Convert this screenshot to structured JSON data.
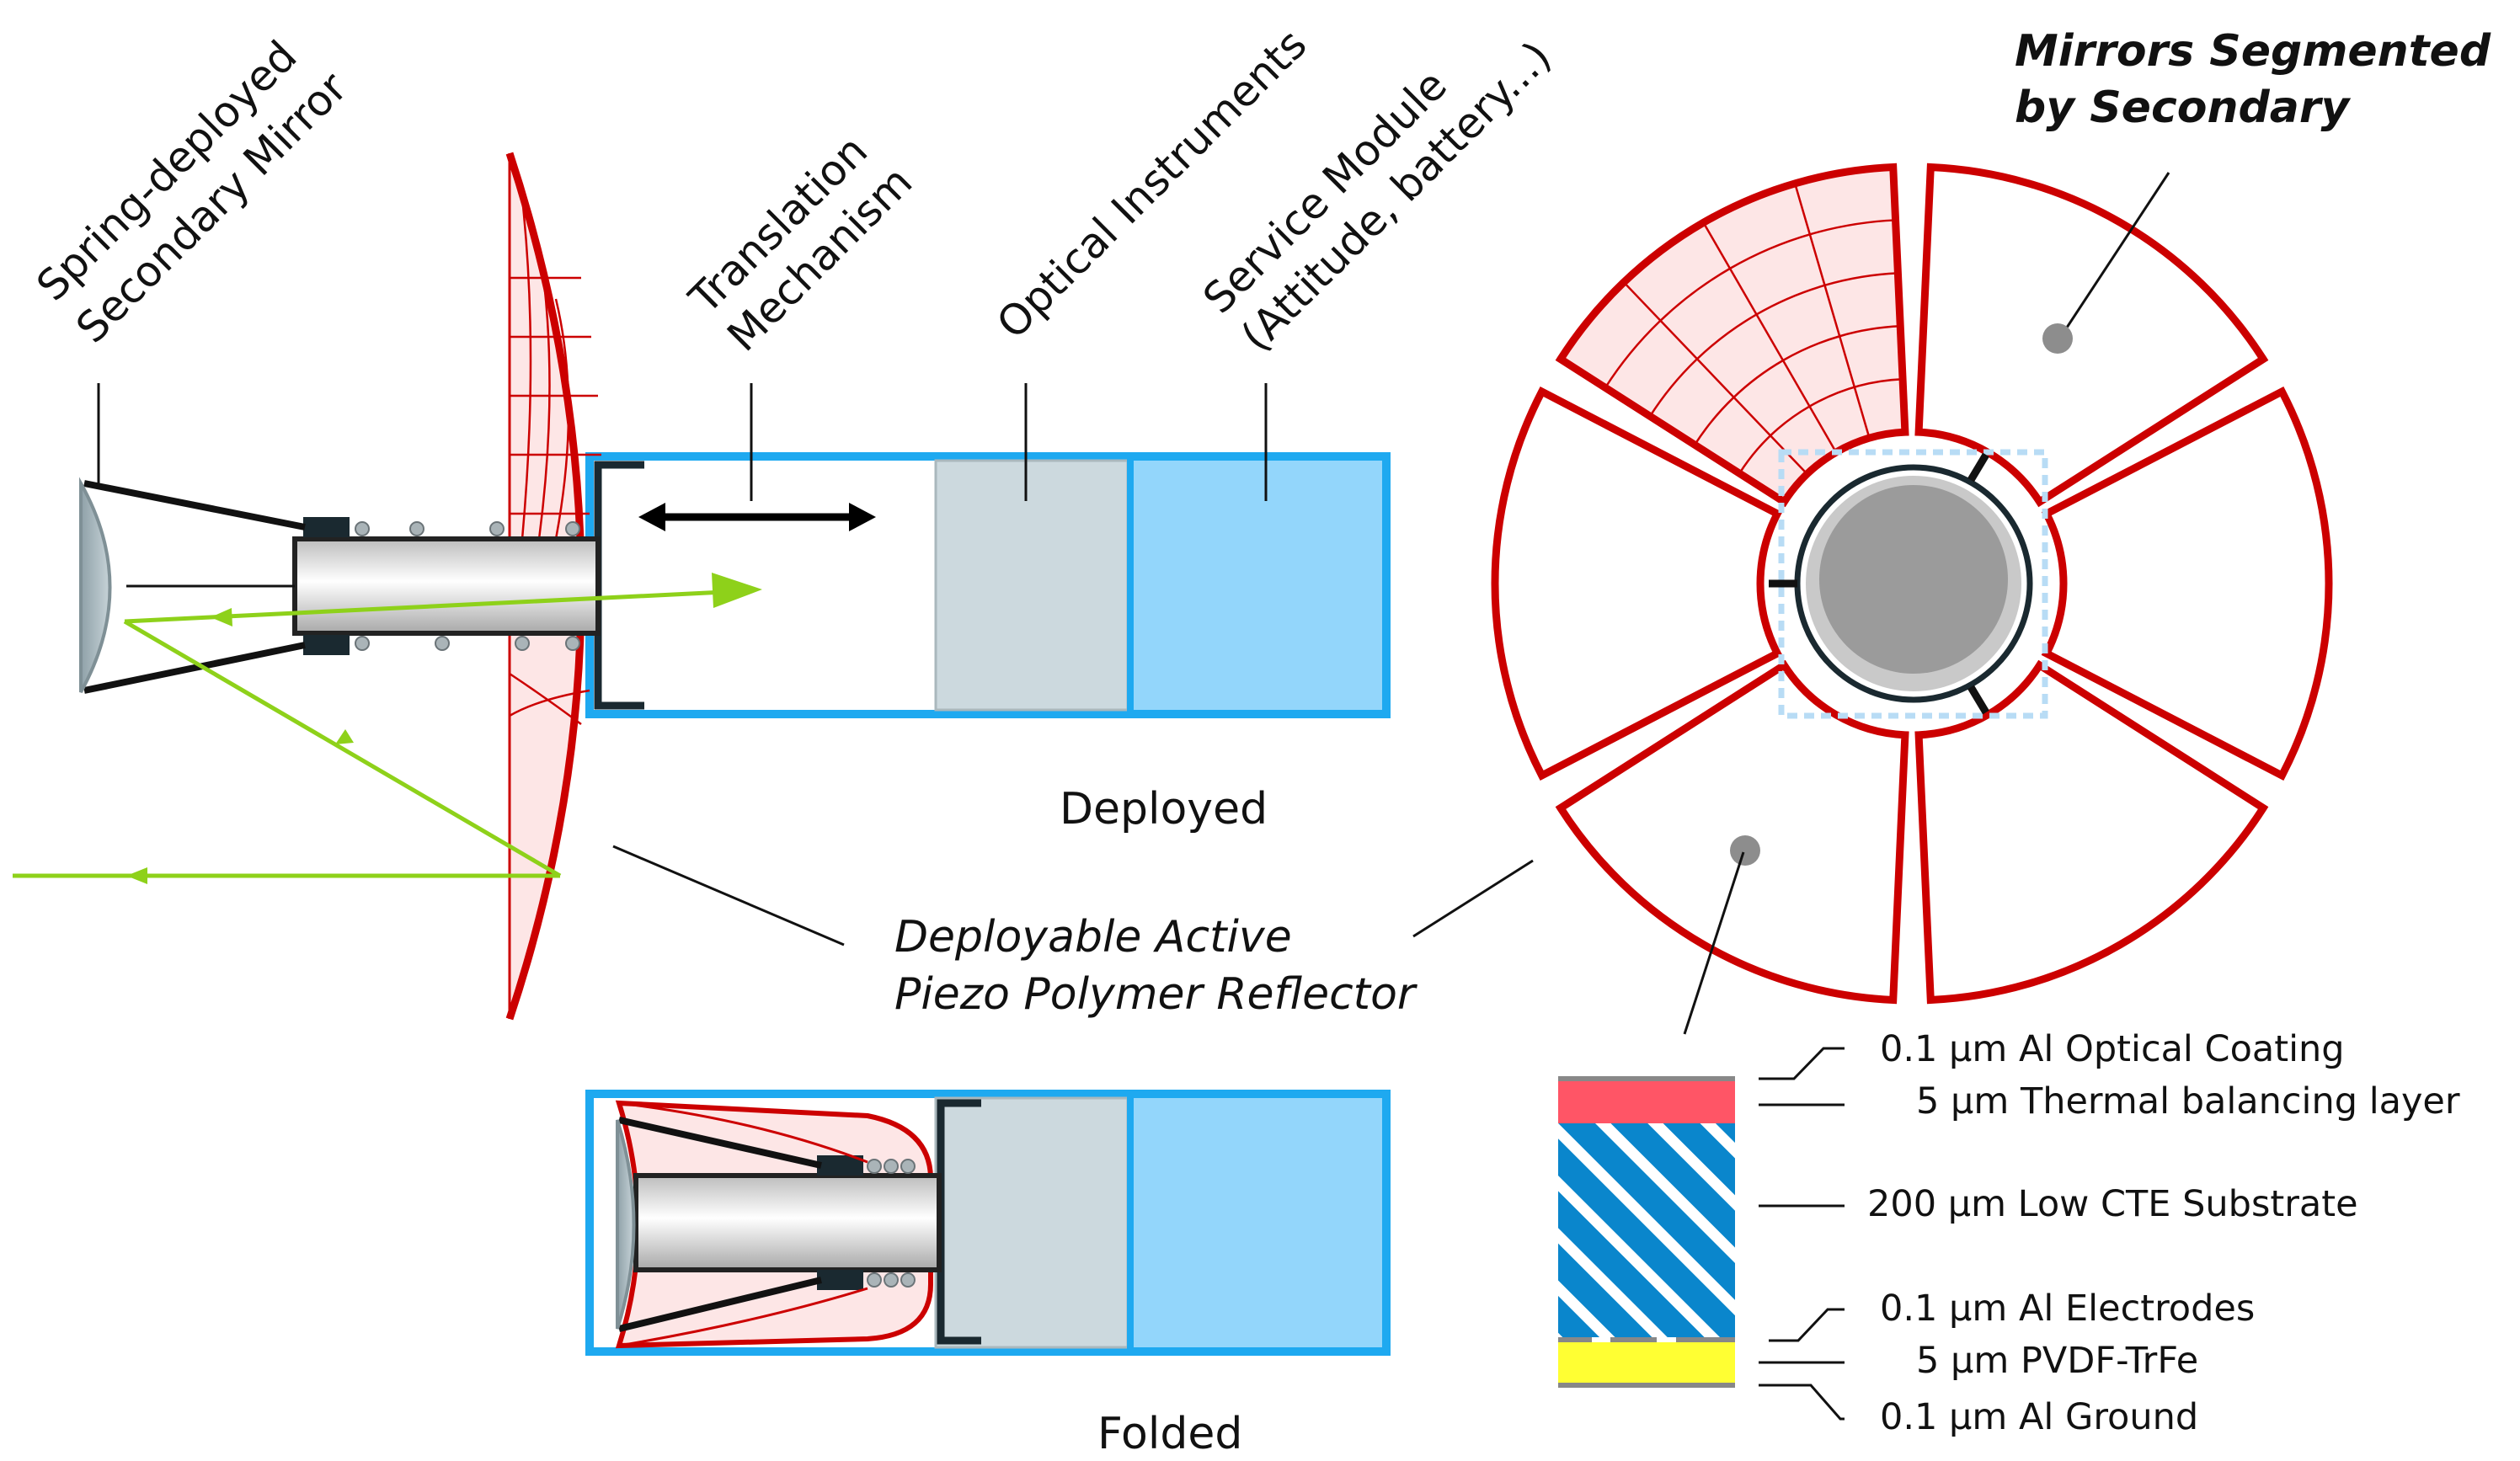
{
  "labels": {
    "secondary_mirror_line1": "Spring-deployed",
    "secondary_mirror_line2": "Secondary Mirror",
    "translation_line1": "Translation",
    "translation_line2": "Mechanism",
    "optical_instruments": "Optical Instruments",
    "service_module_line1": "Service Module",
    "service_module_line2": "(Attitude, battery...)",
    "deployed": "Deployed",
    "folded": "Folded",
    "reflector_line1": "Deployable Active",
    "reflector_line2": "Piezo Polymer Reflector",
    "segmented_line1": "Mirrors Segmented",
    "segmented_line2": "by Secondary"
  },
  "layers": [
    "0.1 μm Al Optical Coating",
    "5 μm Thermal balancing layer",
    "200 μm Low CTE Substrate",
    "0.1 μm Al Electrodes",
    "5 μm PVDF-TrFe",
    "0.1 μm Al Ground"
  ],
  "colors": {
    "housing_blue": "#1ea9f0",
    "service_module_fill": "#93d6fb",
    "instrument_fill": "#ccd9de",
    "reflector_red": "#cc0000",
    "reflector_fill": "#fde6e6",
    "light_ray": "#8ed11a",
    "thermal_layer": "#ff5566",
    "substrate": "#0a86cc",
    "pvdf_layer": "#ffff33",
    "electrode_gray": "#888888"
  }
}
